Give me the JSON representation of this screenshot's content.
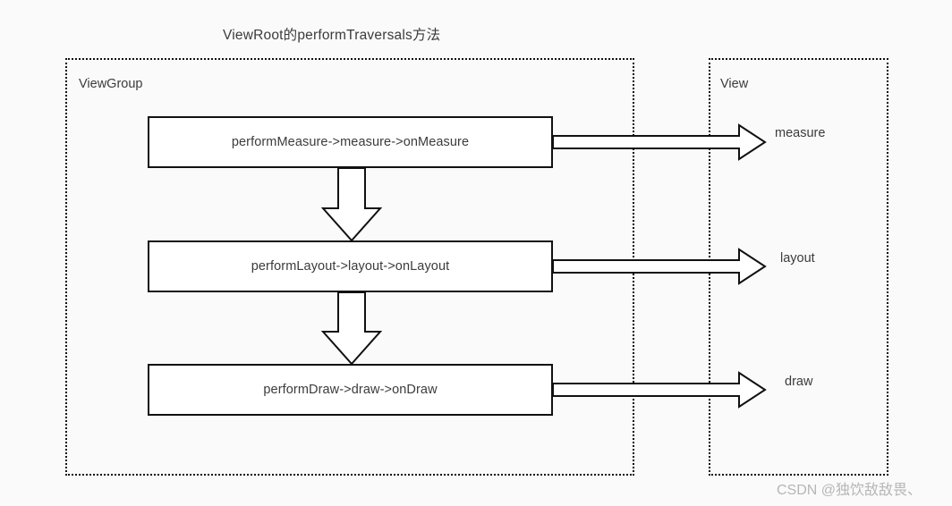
{
  "diagram": {
    "title": "ViewRoot的performTraversals方法",
    "background_color": "#fafafa",
    "line_color": "#111111",
    "text_color": "#3b3b3b",
    "containers": [
      {
        "name": "viewgroup",
        "label": "ViewGroup"
      },
      {
        "name": "view",
        "label": "View"
      }
    ],
    "boxes": [
      {
        "name": "measure",
        "label": "performMeasure->measure->onMeasure"
      },
      {
        "name": "layout",
        "label": "performLayout->layout->onLayout"
      },
      {
        "name": "draw",
        "label": "performDraw->draw->onDraw"
      }
    ],
    "side_labels": [
      {
        "name": "measure",
        "label": "measure"
      },
      {
        "name": "layout",
        "label": "layout"
      },
      {
        "name": "draw",
        "label": "draw"
      }
    ],
    "connectors": [
      {
        "name": "measure-to-layout",
        "direction": "down",
        "style": "hollow-block-arrow"
      },
      {
        "name": "layout-to-draw",
        "direction": "down",
        "style": "hollow-block-arrow"
      },
      {
        "name": "measure-to-view",
        "direction": "right",
        "style": "hollow-line-arrow"
      },
      {
        "name": "layout-to-view",
        "direction": "right",
        "style": "hollow-line-arrow"
      },
      {
        "name": "draw-to-view",
        "direction": "right",
        "style": "hollow-line-arrow"
      }
    ]
  },
  "watermark": {
    "text": "CSDN @独饮敌敌畏、"
  }
}
